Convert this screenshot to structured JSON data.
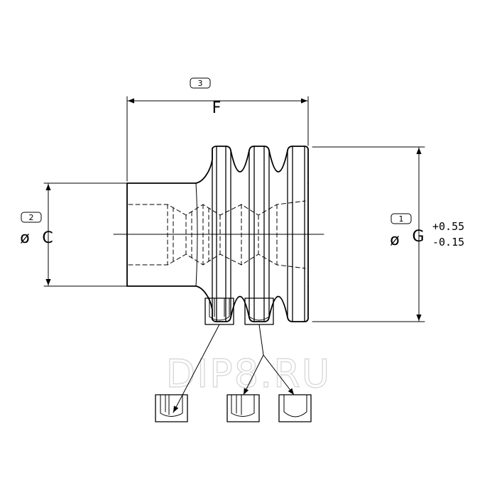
{
  "dimensions": {
    "length": {
      "tag": "3",
      "letter": "F"
    },
    "inner_diameter": {
      "tag": "2",
      "symbol": "ø",
      "letter": "C"
    },
    "outer_diameter": {
      "tag": "1",
      "symbol": "ø",
      "letter": "G",
      "tol_plus": "+0.55",
      "tol_minus": "-0.15"
    }
  },
  "watermark": "DIP8.RU"
}
